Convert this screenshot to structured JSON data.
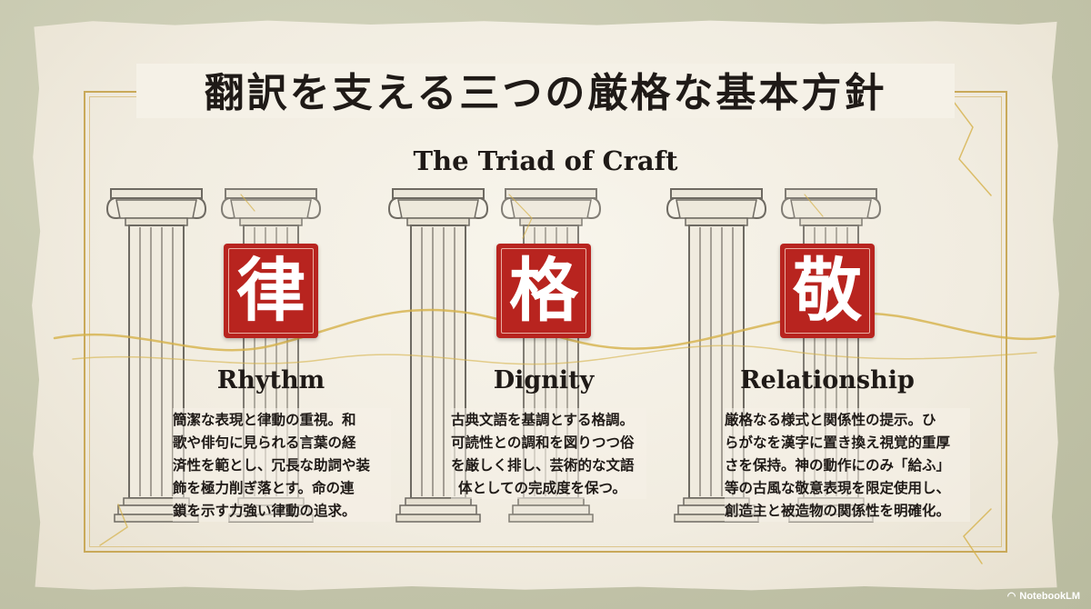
{
  "title": "翻訳を支える三つの厳格な基本方針",
  "subtitle": "The Triad of Craft",
  "pillars": [
    {
      "kanji": "律",
      "name": "Rhythm",
      "lines": [
        "簡潔な表現と律動の重視。和",
        "歌や俳句に見られる言葉の経",
        "済性を範とし、冗長な助詞や装",
        "飾を極力削ぎ落とす。命の連",
        "鎖を示す力強い律動の追求。"
      ]
    },
    {
      "kanji": "格",
      "name": "Dignity",
      "lines": [
        "古典文語を基調とする格調。",
        "可読性との調和を図りつつ俗",
        "を厳しく排し、芸術的な文語",
        "体としての完成度を保つ。"
      ]
    },
    {
      "kanji": "敬",
      "name": "Relationship",
      "lines": [
        "厳格なる様式と関係性の提示。ひ",
        "らがなを漢字に置き換え視覚的重厚",
        "さを保持。神の動作にのみ「給ふ」",
        "等の古風な敬意表現を限定使用し、",
        "創造主と被造物の関係性を明確化。"
      ]
    }
  ],
  "branding": {
    "logo_text": "NotebookLM",
    "logo_icon": "notebooklm-icon"
  },
  "colors": {
    "seal": "#b8241f",
    "gold": "#c9a95a",
    "ink": "#1f1a17",
    "paper": "#f3efe4"
  }
}
